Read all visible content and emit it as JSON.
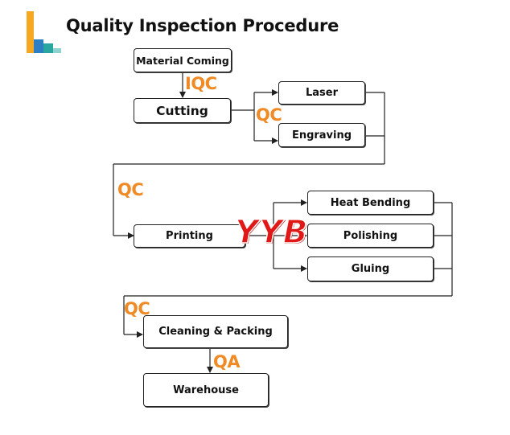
{
  "title": "Quality Inspection Procedure",
  "colors": {
    "checkpoint": "#f08a24",
    "watermark": "#e11818",
    "logo_bars": [
      "#f7a823",
      "#2d7fc4",
      "#2aa6a0",
      "#8fd3d0"
    ]
  },
  "steps": {
    "material_coming": "Material Coming",
    "cutting": "Cutting",
    "laser": "Laser",
    "engraving": "Engraving",
    "printing": "Printing",
    "heat_bending": "Heat Bending",
    "polishing": "Polishing",
    "gluing": "Gluing",
    "cleaning_packing": "Cleaning & Packing",
    "warehouse": "Warehouse"
  },
  "checkpoints": {
    "iqc": "IQC",
    "qc_after_cutting": "QC",
    "qc_before_printing": "QC",
    "qc_before_cleaning": "QC",
    "qa": "QA"
  },
  "watermark": "YYB"
}
